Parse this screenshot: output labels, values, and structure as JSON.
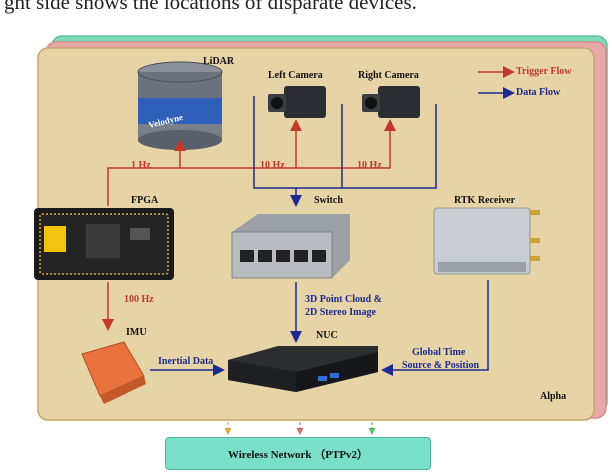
{
  "caption": "ght side shows the locations of disparate devices.",
  "legend": {
    "trigger": "Trigger Flow",
    "data": "Data Flow"
  },
  "devices": {
    "lidar": "LiDAR",
    "lidar_brand": "Velodyne",
    "left_camera": "Left Camera",
    "right_camera": "Right Camera",
    "fpga": "FPGA",
    "switch": "Switch",
    "rtk": "RTK Receiver",
    "imu": "IMU",
    "nuc": "NUC"
  },
  "flows": {
    "lidar_rate": "1 Hz",
    "left_rate": "10 Hz",
    "right_rate": "10 Hz",
    "imu_rate": "100 Hz",
    "pointcloud_line1": "3D Point Cloud &",
    "pointcloud_line2": "2D Stereo Image",
    "inertial": "Inertial Data",
    "gnss_line1": "Global Time",
    "gnss_line2": "Source & Position"
  },
  "platform": "Alpha",
  "network": "Wireless Network （PTPv2）",
  "colors": {
    "trigger": "#c0392b",
    "data": "#1d2a8f",
    "panel": "#e6d3a6",
    "panel_back": "#7fd9b7",
    "panel_back2": "#e9a8a8",
    "network": "#79e0c7"
  }
}
